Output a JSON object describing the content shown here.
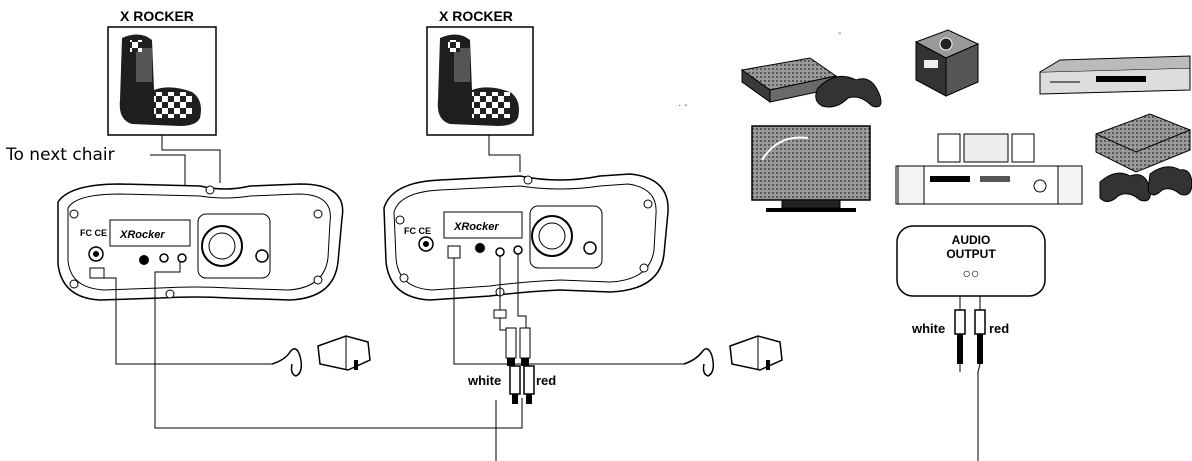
{
  "diagram": {
    "chair_label": "X ROCKER",
    "next_chair_label": "To next chair",
    "brand": "XRocker",
    "cert_marks": "FC CE",
    "audio_output_title_1": "AUDIO",
    "audio_output_title_2": "OUTPUT",
    "audio_jacks": "○○",
    "white_label": "white",
    "red_label": "red"
  }
}
